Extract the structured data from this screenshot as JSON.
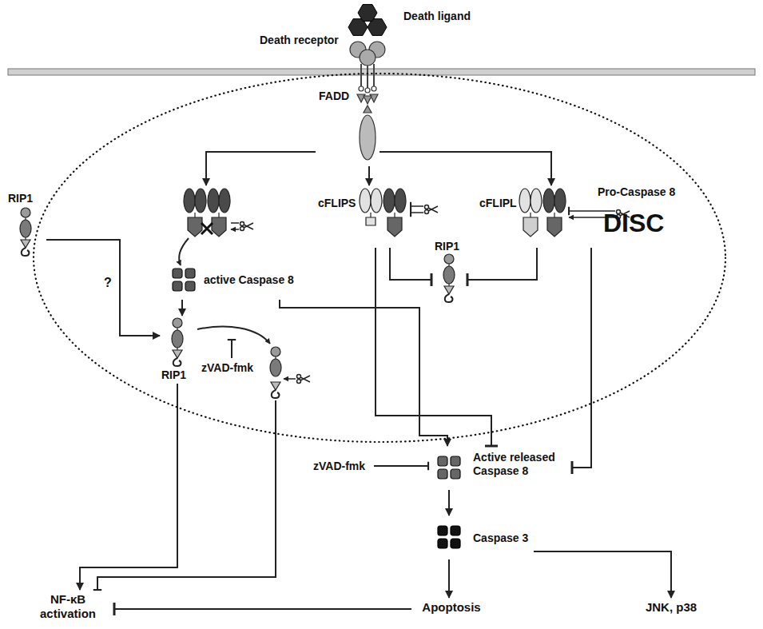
{
  "diagram": {
    "nodes": [
      {
        "text": [
          "DISC"
        ]
      },
      {
        "text": [
          "Death ligand",
          "Death receptor"
        ]
      },
      {
        "text": [
          "FADD"
        ],
        "in": 0
      },
      {
        "text": [
          "RIP1"
        ]
      },
      {
        "text": [
          "active Caspase 8"
        ],
        "in": 0
      },
      {
        "text": [
          "cFLIPS"
        ],
        "in": 0
      },
      {
        "text": [
          "cFLIPL",
          "Pro-Caspase 8"
        ],
        "in": 0
      },
      {
        "text": [
          "RIP1"
        ],
        "in": 0
      },
      {
        "text": [
          "RIP1"
        ],
        "in": 0
      },
      {
        "text": [
          "NF-κB activation"
        ]
      },
      {
        "text": [
          "Active released Caspase 8"
        ]
      },
      {
        "text": [
          "Caspase 3"
        ]
      },
      {
        "text": [
          "Apoptosis"
        ]
      },
      {
        "text": [
          "JNK, p38"
        ]
      }
    ],
    "edges": [
      {
        "from": 2,
        "to": 4,
        "arrow": "to"
      },
      {
        "from": 2,
        "to": 5,
        "arrow": "to"
      },
      {
        "from": 2,
        "to": 6,
        "arrow": "to"
      },
      {
        "from": 3,
        "to": 8,
        "label": "?",
        "arrow": "to"
      },
      {
        "from": 4,
        "to": 8,
        "arrow": "to"
      },
      {
        "from": 4,
        "to": 10,
        "arrow": "to"
      },
      {
        "from": 8,
        "to": 9,
        "arrow": "to"
      },
      {
        "from": 10,
        "to": 11,
        "arrow": "to"
      },
      {
        "from": 11,
        "to": 12,
        "arrow": "to"
      },
      {
        "from": 11,
        "to": 13,
        "arrow": "to"
      },
      {
        "from": 12,
        "to": 9,
        "arrow": "to"
      },
      {
        "from": 5,
        "to": 10,
        "arrow": "to"
      },
      {
        "from": 6,
        "to": 10,
        "arrow": "to"
      },
      {
        "from": 5,
        "to": 7,
        "arrow": "to"
      },
      {
        "from": 6,
        "to": 7,
        "arrow": "to"
      }
    ],
    "labels": [
      "zVAD-fmk",
      "zVAD-fmk"
    ]
  }
}
